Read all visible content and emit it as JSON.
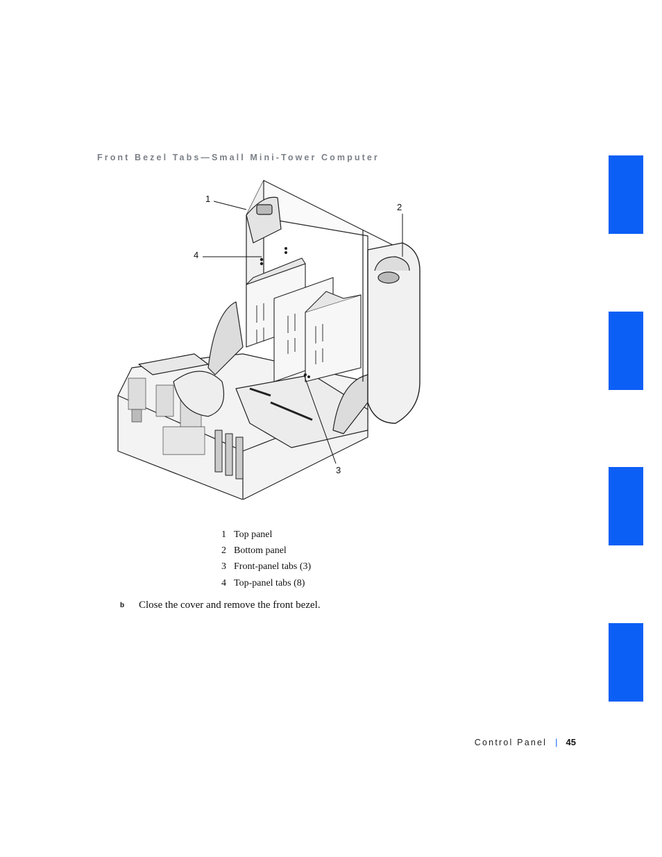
{
  "figure": {
    "title": "Front Bezel Tabs—Small Mini-Tower Computer",
    "callouts": [
      "1",
      "2",
      "3",
      "4"
    ]
  },
  "legend": [
    {
      "number": "1",
      "label": "Top panel"
    },
    {
      "number": "2",
      "label": "Bottom panel"
    },
    {
      "number": "3",
      "label": "Front-panel tabs (3)"
    },
    {
      "number": "4",
      "label": "Top-panel tabs (8)"
    }
  ],
  "step": {
    "marker": "b",
    "text": "Close the cover and remove the front bezel."
  },
  "footer": {
    "section": "Control Panel",
    "separator": "|",
    "page": "45"
  },
  "colors": {
    "accent": "#0c5ff5",
    "heading": "#7b8088"
  }
}
